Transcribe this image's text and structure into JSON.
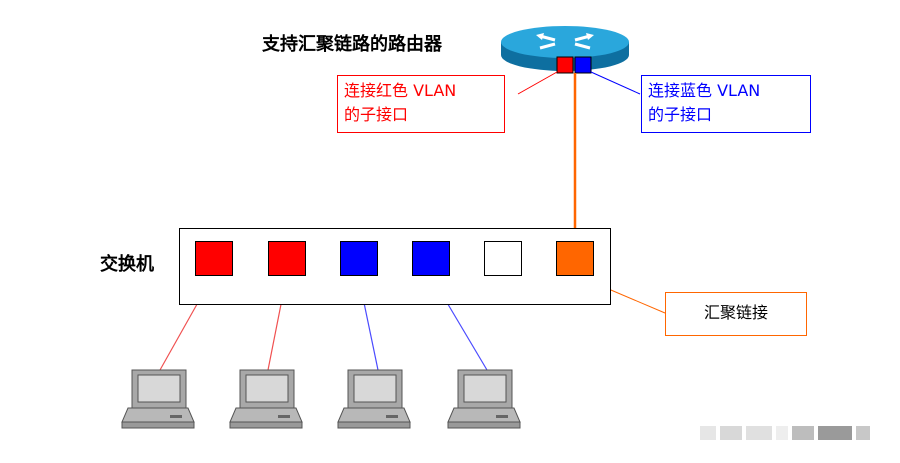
{
  "router": {
    "title": "支持汇聚链路的路由器"
  },
  "switch": {
    "title": "交换机"
  },
  "callouts": {
    "red": {
      "line1": "连接红色 VLAN",
      "line2": "的子接口"
    },
    "blue": {
      "line1": "连接蓝色 VLAN",
      "line2": "的子接口"
    },
    "trunk": {
      "text": "汇聚链接"
    }
  },
  "colors": {
    "red": "#ff0000",
    "blue": "#0000ff",
    "orange": "#ff6600",
    "red_line": "#f05050",
    "blue_line": "#4a4aff",
    "router": "#1a96c8"
  },
  "ports": [
    "red",
    "red",
    "blue",
    "blue",
    "white",
    "orange"
  ],
  "icons": {
    "router": "router-icon",
    "computer": "computer-icon"
  }
}
